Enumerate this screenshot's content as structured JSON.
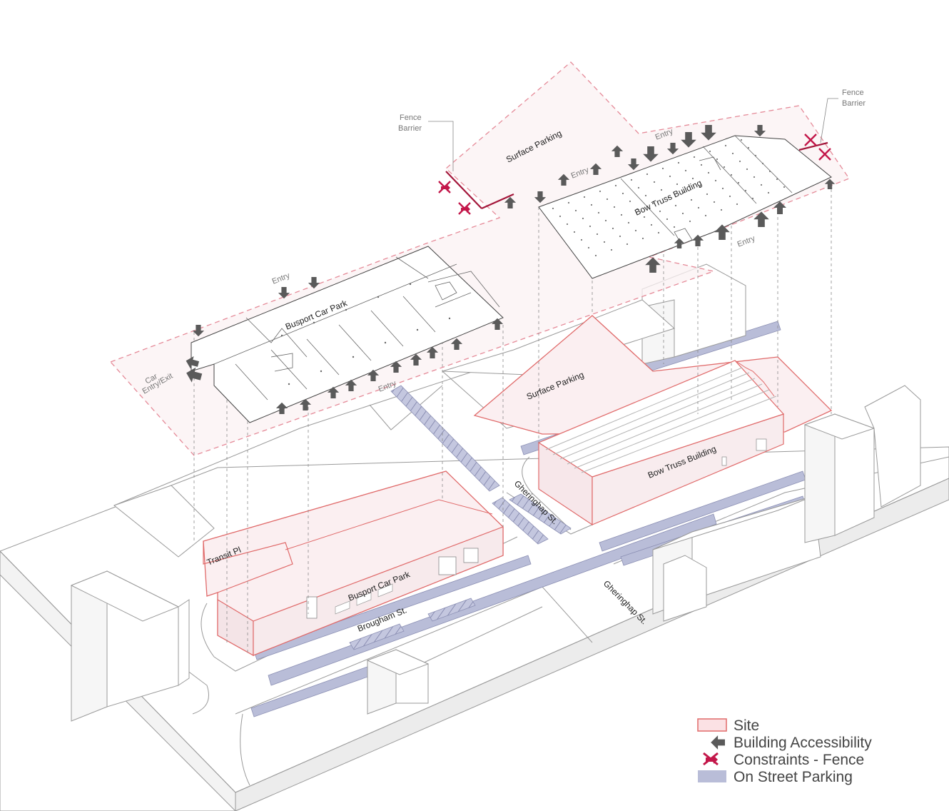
{
  "colors": {
    "site_fill": "#fbeff1",
    "site_stroke": "#e06a6a",
    "arrow": "#5a5a5a",
    "fence": "#a3163a",
    "street_parking": "#b9bdd8"
  },
  "upper_level": {
    "surface_parking": "Surface Parking",
    "bow_truss_building": "Bow Truss Building",
    "busport_car_park": "Busport Car Park",
    "entry_labels": [
      "Entry",
      "Entry",
      "Entry",
      "Entry",
      "Entry"
    ],
    "car_entry_exit_line1": "Car",
    "car_entry_exit_line2": "Entry/Exit",
    "fence_barrier_left": {
      "line1": "Fence",
      "line2": "Barrier"
    },
    "fence_barrier_right": {
      "line1": "Fence",
      "line2": "Barrier"
    }
  },
  "ground_level": {
    "surface_parking": "Surface Parking",
    "bow_truss_building": "Bow Truss Building",
    "busport_car_park": "Busport Car Park",
    "transit_pl": "Transit Pl",
    "brougham_st": "Brougham St.",
    "gheringhap_st_upper": "Gheringhap St.",
    "gheringhap_st_lower": "Gheringhap St."
  },
  "legend": {
    "items": [
      {
        "label": "Site",
        "icon": "site-swatch"
      },
      {
        "label": "Building Accessibility",
        "icon": "arrow-icon"
      },
      {
        "label": "Constraints - Fence",
        "icon": "fence-cross-icon"
      },
      {
        "label": "On Street Parking",
        "icon": "parking-swatch"
      }
    ]
  }
}
